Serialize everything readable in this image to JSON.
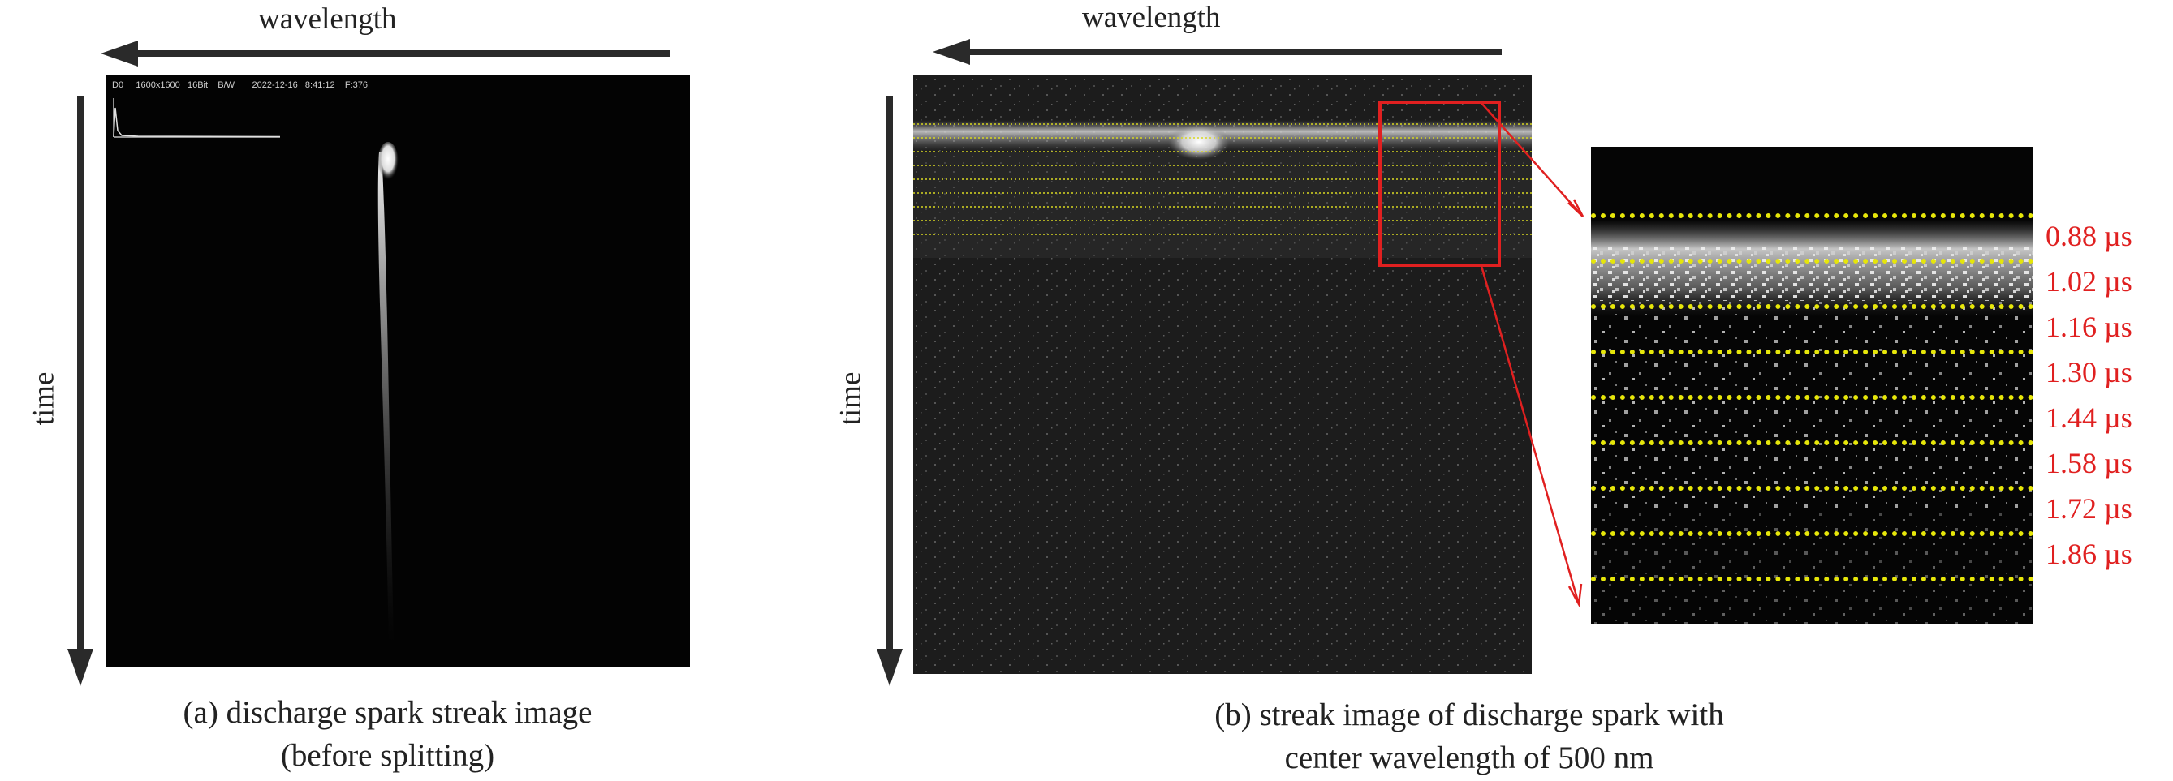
{
  "panel_a": {
    "axis_top": "wavelength",
    "axis_left": "time",
    "hud": {
      "channel": "D0",
      "resolution": "1600x1600",
      "bit_depth": "16Bit",
      "mode": "B/W",
      "datetime": "2022-12-16   8:41:12",
      "frame": "F:376"
    },
    "caption_line1": "(a) discharge spark streak image",
    "caption_line2": "(before splitting)"
  },
  "panel_b": {
    "axis_top": "wavelength",
    "axis_left": "time",
    "time_labels": [
      "0.88 µs",
      "1.02 µs",
      "1.16 µs",
      "1.30 µs",
      "1.44 µs",
      "1.58 µs",
      "1.72 µs",
      "1.86 µs"
    ],
    "caption_line1": "(b) streak image of discharge spark with",
    "caption_line2": "center wavelength of 500 nm"
  },
  "colors": {
    "highlight": "#e02020",
    "gridline": "#e6e60a",
    "axis": "#2a2a2a"
  }
}
